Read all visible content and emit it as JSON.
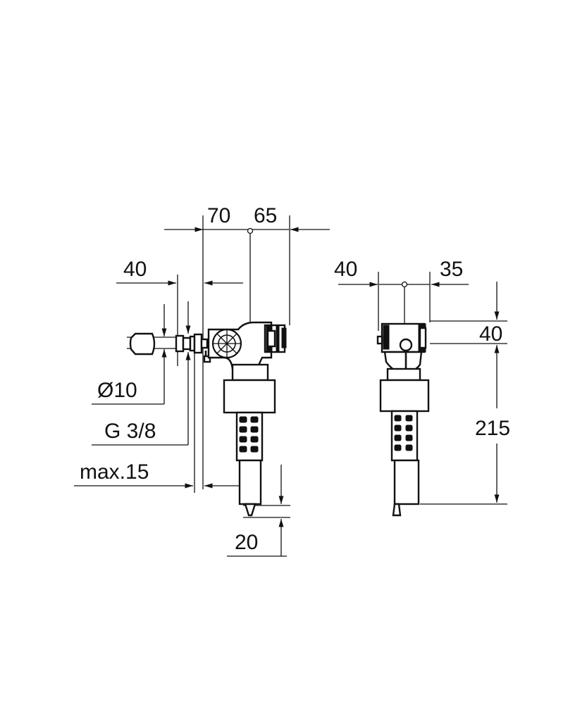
{
  "dimensions": {
    "top_70": "70",
    "top_65": "65",
    "side_40_left": "40",
    "diameter_10": "Ø10",
    "thread_g38": "G 3/8",
    "max_15": "max.15",
    "bottom_20": "20",
    "right_40_left": "40",
    "right_35": "35",
    "right_40_height": "40",
    "right_215": "215"
  },
  "colors": {
    "line": "#111111",
    "background": "#ffffff"
  }
}
